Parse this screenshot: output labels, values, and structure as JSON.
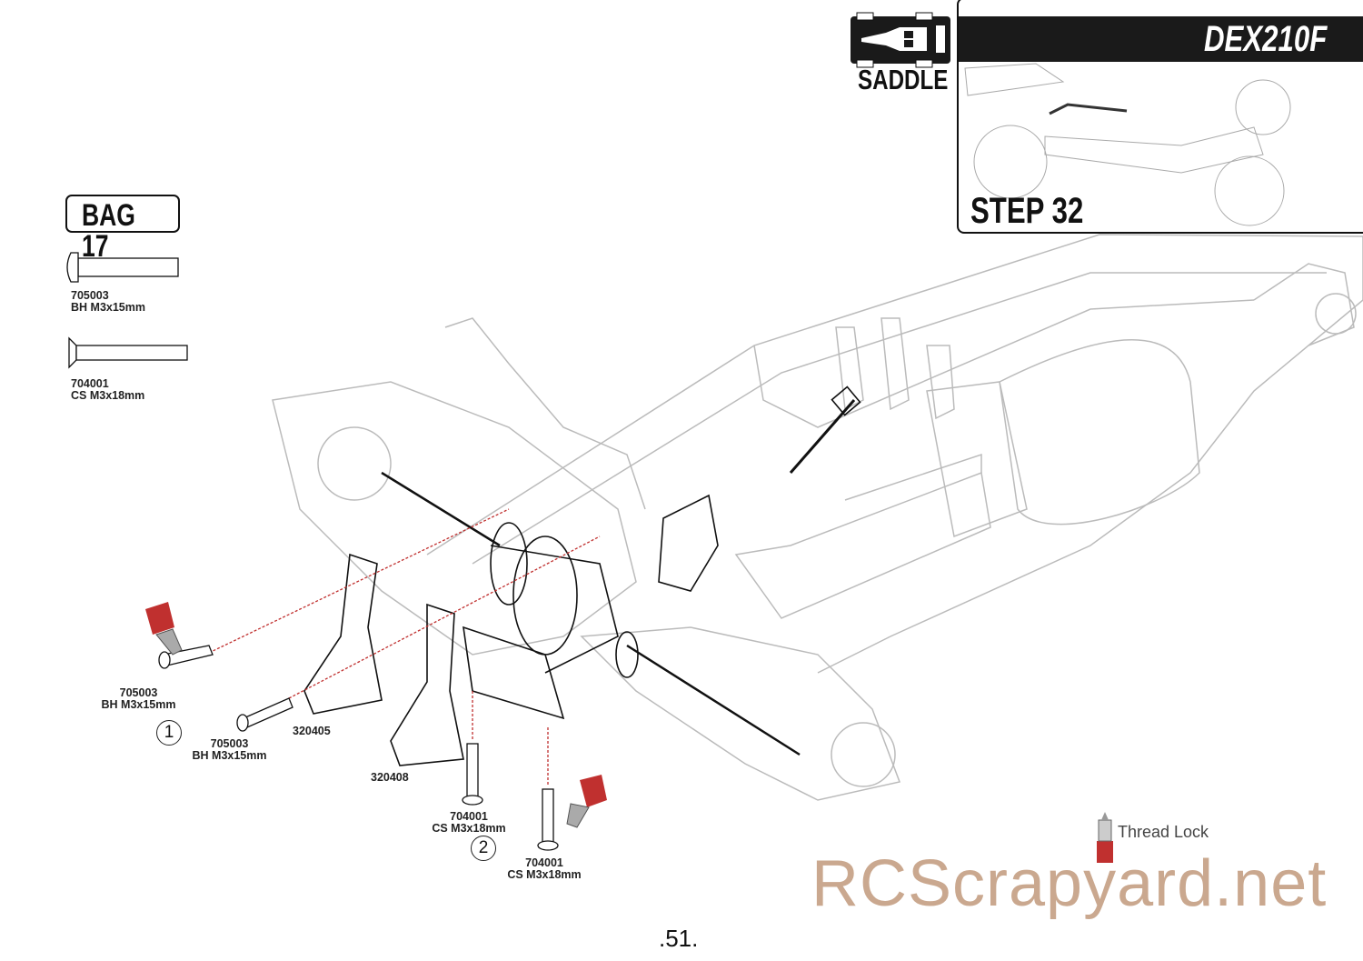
{
  "header": {
    "category": "SADDLE",
    "model": "DEX210F",
    "step": "STEP 32"
  },
  "bag": {
    "label": "BAG 17",
    "items": [
      {
        "part": "705003",
        "desc": "BH M3x15mm"
      },
      {
        "part": "704001",
        "desc": "CS M3x18mm"
      }
    ]
  },
  "callouts": {
    "screw1a": {
      "part": "705003",
      "desc": "BH M3x15mm"
    },
    "screw1b": {
      "part": "705003",
      "desc": "BH M3x15mm"
    },
    "brace1": "320405",
    "brace2": "320408",
    "screw2a": {
      "part": "704001",
      "desc": "CS M3x18mm"
    },
    "screw2b": {
      "part": "704001",
      "desc": "CS M3x18mm"
    },
    "step1": "1",
    "step2": "2"
  },
  "legend": {
    "thread_lock": "Thread Lock"
  },
  "watermark": "RCScrapyard.net",
  "page_number": ".51.",
  "colors": {
    "thread_lock": "#c0302f",
    "guide_line": "#c0302f",
    "outline": "#111111"
  }
}
